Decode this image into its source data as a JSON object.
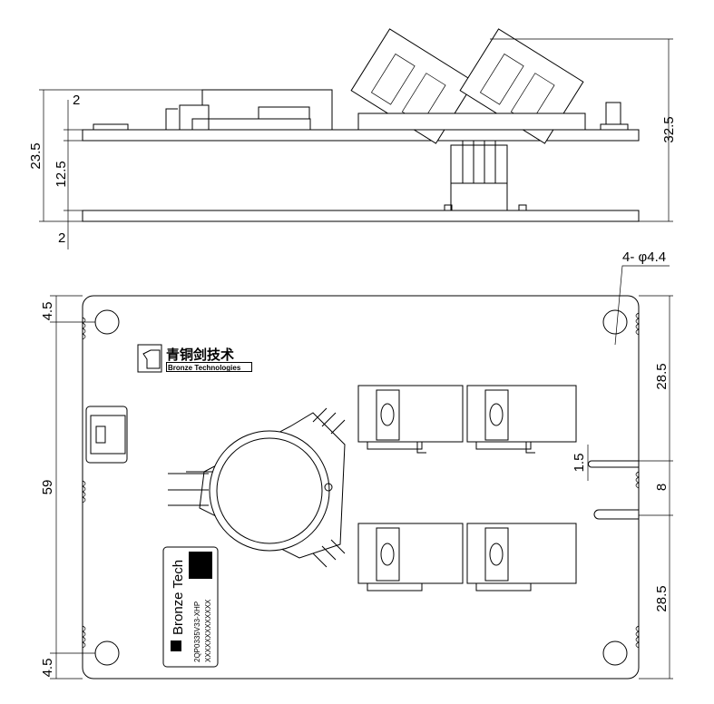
{
  "side_view": {
    "dims": {
      "total_height": "23.5",
      "top_board": "2",
      "spacing": "12.5",
      "bottom_board": "2",
      "overall_height": "32.5"
    }
  },
  "top_view": {
    "dims": {
      "hole_spec": "4- φ4.4",
      "top_edge": "4.5",
      "width": "59",
      "bottom_edge": "4.5",
      "upper_section": "28.5",
      "slot": "1.5",
      "gap": "8",
      "lower_section": "28.5"
    },
    "logo": {
      "chinese": "青铜剑技术",
      "english": "Bronze Technologies"
    },
    "label": {
      "brand": "Bronze Tech",
      "model": "2QP0335V33-XHP",
      "serial": "XXXXXXXXXXXXX"
    }
  }
}
